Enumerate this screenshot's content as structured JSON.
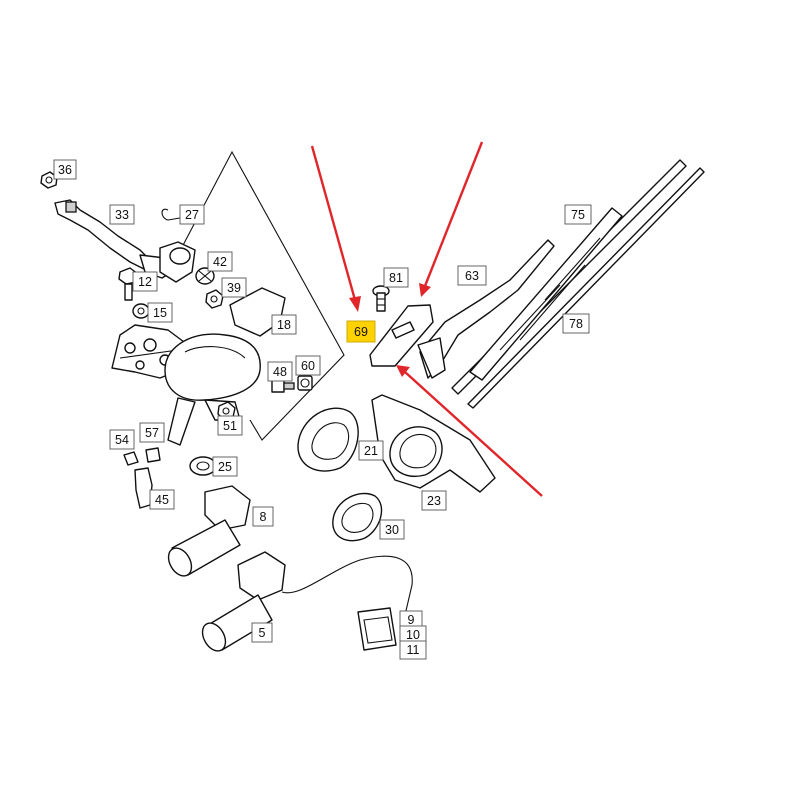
{
  "diagram": {
    "highlight_color": "#ffd200",
    "arrow_color": "#e0262a",
    "callouts": [
      {
        "id": "36",
        "label": "36"
      },
      {
        "id": "33",
        "label": "33"
      },
      {
        "id": "27",
        "label": "27"
      },
      {
        "id": "42",
        "label": "42"
      },
      {
        "id": "12",
        "label": "12"
      },
      {
        "id": "39",
        "label": "39"
      },
      {
        "id": "15",
        "label": "15"
      },
      {
        "id": "18",
        "label": "18"
      },
      {
        "id": "48",
        "label": "48"
      },
      {
        "id": "60",
        "label": "60"
      },
      {
        "id": "51",
        "label": "51"
      },
      {
        "id": "54",
        "label": "54"
      },
      {
        "id": "57",
        "label": "57"
      },
      {
        "id": "25",
        "label": "25"
      },
      {
        "id": "45",
        "label": "45"
      },
      {
        "id": "8",
        "label": "8"
      },
      {
        "id": "81",
        "label": "81"
      },
      {
        "id": "69",
        "label": "69",
        "highlighted": true
      },
      {
        "id": "63",
        "label": "63"
      },
      {
        "id": "75",
        "label": "75"
      },
      {
        "id": "78",
        "label": "78"
      },
      {
        "id": "21",
        "label": "21"
      },
      {
        "id": "23",
        "label": "23"
      },
      {
        "id": "30",
        "label": "30"
      },
      {
        "id": "5",
        "label": "5"
      },
      {
        "id": "9",
        "label": "9"
      },
      {
        "id": "10",
        "label": "10"
      },
      {
        "id": "11",
        "label": "11"
      }
    ]
  }
}
